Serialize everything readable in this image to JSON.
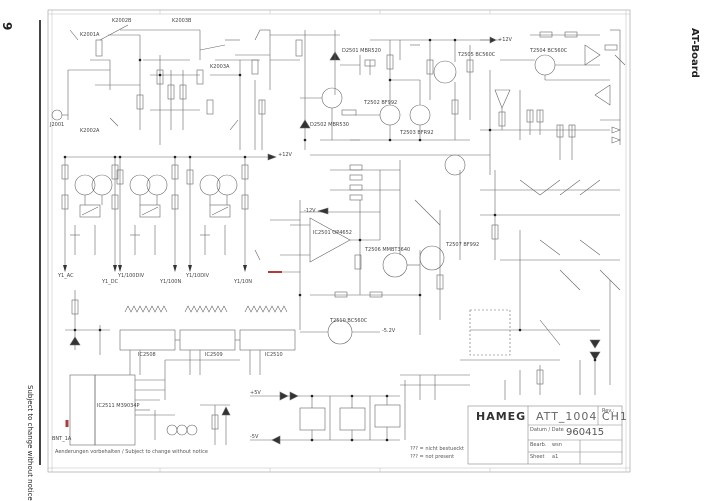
{
  "page": {
    "page_number": "9",
    "board_name": "AT-Board",
    "side_notice": "Subject to change without notice"
  },
  "title_block": {
    "logo": "HAMEG",
    "drawing_title": "ATT_1004 CH1",
    "date_label": "Datum / Date",
    "date_value": "960415",
    "drawn_label": "Bearb.",
    "drawn_value": "wsn",
    "sheet_label": "Sheet",
    "sheet_value": "a1",
    "revision_label": "Rev.:"
  },
  "legend": {
    "line1": "??? = nicht bestueckt",
    "line2": "??? = not present"
  },
  "footer_note": "Aenderungen vorbehalten / Subject to change without notice",
  "schematic": {
    "connectors": [
      "Y1_AC",
      "Y1_DC",
      "Y1/100DIV",
      "Y1/100N",
      "Y1/10DIV",
      "Y1/10N",
      "Y1_AC",
      "Y1_DC",
      "Y1/10N",
      "BNT_1A"
    ],
    "rails": [
      "+12V",
      "-12V",
      "+5V",
      "-5V",
      "-5.2V"
    ],
    "ics": [
      "IC2501 OP4652",
      "IC2511 M39034P",
      "IC2508",
      "IC2509",
      "IC2510"
    ],
    "transistors": [
      "T2502 BF992",
      "T2503 BFR92",
      "T2504 BC560C",
      "T2505 BC560C",
      "T2506 MMBT3640",
      "T2507 BF992",
      "T2510 BC560C"
    ],
    "input": "J2001",
    "labels": {
      "k1": "K2001A",
      "k2": "K2002A",
      "k3": "K2003B",
      "k4": "K2003A",
      "k5": "K2002B",
      "d1": "D2501 MBR520",
      "d2": "D2502 MBR530"
    }
  },
  "colors": {
    "line": "#555555",
    "text": "#333333",
    "accent_red": "#b23a3a",
    "background": "#ffffff"
  }
}
